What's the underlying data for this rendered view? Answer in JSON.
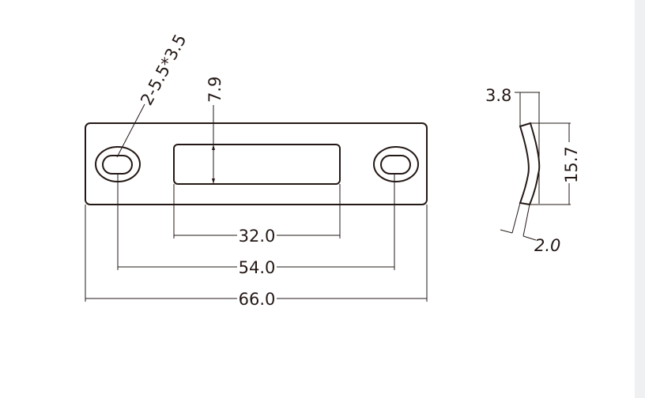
{
  "drawing": {
    "front_view": {
      "hole_callout": "2-5.5*3.5",
      "slot_height": "7.9",
      "slot_width": "32.0",
      "hole_spacing": "54.0",
      "overall_length": "66.0"
    },
    "side_view": {
      "offset": "3.8",
      "height": "15.7",
      "thickness": "2.0"
    }
  },
  "colors": {
    "line": "#231815",
    "scrollbar": "#eef0f1"
  }
}
